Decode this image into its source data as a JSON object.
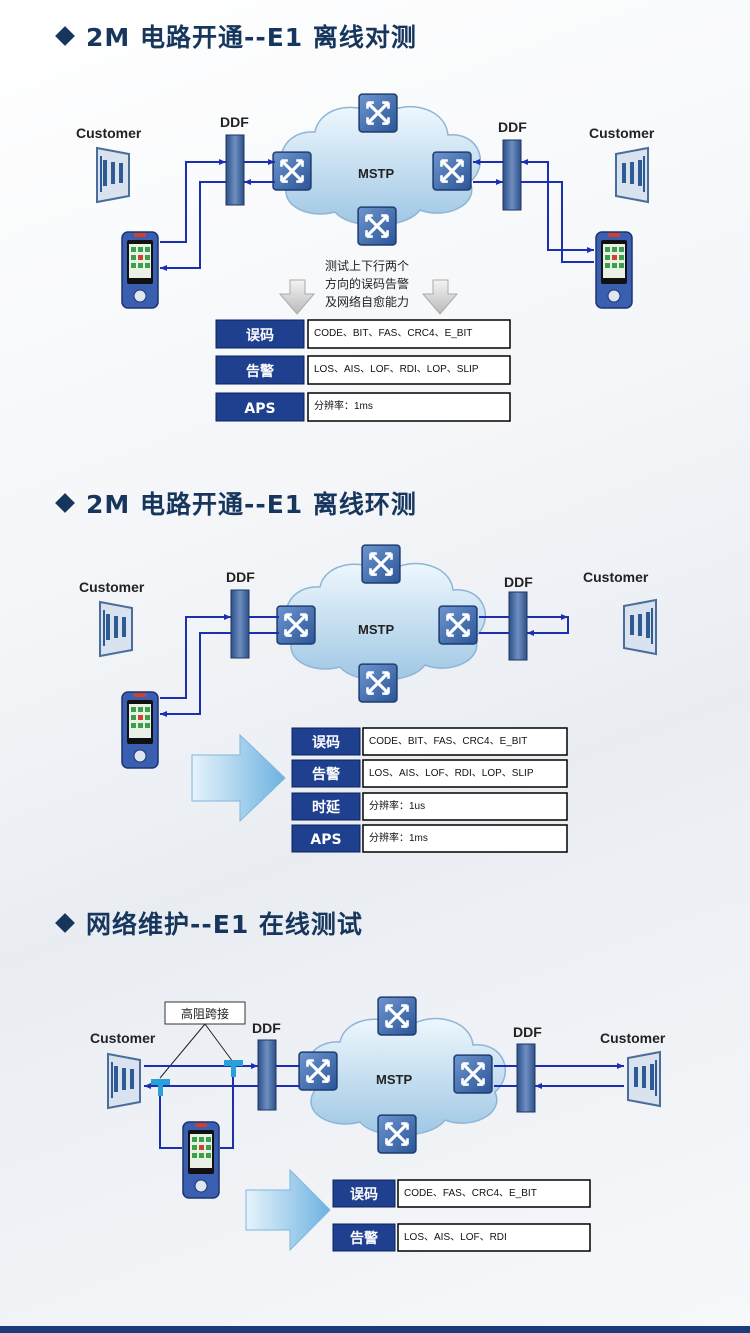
{
  "sections": [
    {
      "title": "2M 电路开通--E1 离线对测",
      "customer_left": "Customer",
      "customer_right": "Customer",
      "ddf_left": "DDF",
      "ddf_right": "DDF",
      "cloud": "MSTP",
      "note": [
        "测试上下行两个",
        "方向的误码告警",
        "及网络自愈能力"
      ],
      "rows": [
        {
          "tag": "误码",
          "value": "CODE、BIT、FAS、CRC4、E_BIT"
        },
        {
          "tag": "告警",
          "value": "LOS、AIS、LOF、RDI、LOP、SLIP"
        },
        {
          "tag": "APS",
          "value": "分辨率：1ms"
        }
      ]
    },
    {
      "title": "2M 电路开通--E1 离线环测",
      "customer_left": "Customer",
      "customer_right": "Customer",
      "ddf_left": "DDF",
      "ddf_right": "DDF",
      "cloud": "MSTP",
      "rows": [
        {
          "tag": "误码",
          "value": "CODE、BIT、FAS、CRC4、E_BIT"
        },
        {
          "tag": "告警",
          "value": "LOS、AIS、LOF、RDI、LOP、SLIP"
        },
        {
          "tag": "时延",
          "value": "分辨率：1us"
        },
        {
          "tag": "APS",
          "value": "分辨率：1ms"
        }
      ]
    },
    {
      "title": "网络维护--E1 在线测试",
      "customer_left": "Customer",
      "customer_right": "Customer",
      "ddf_left": "DDF",
      "ddf_right": "DDF",
      "cloud": "MSTP",
      "hi_z": "高阻跨接",
      "rows": [
        {
          "tag": "误码",
          "value": "CODE、FAS、CRC4、E_BIT"
        },
        {
          "tag": "告警",
          "value": "LOS、AIS、LOF、RDI"
        }
      ]
    }
  ],
  "colors": {
    "title": "#17365d",
    "tag_bg": "#1f3f8f",
    "line": "#1b2fb0",
    "cloud": "#cfe6f5",
    "node": "#3e6fb6",
    "footer": "#1a3c7a"
  }
}
